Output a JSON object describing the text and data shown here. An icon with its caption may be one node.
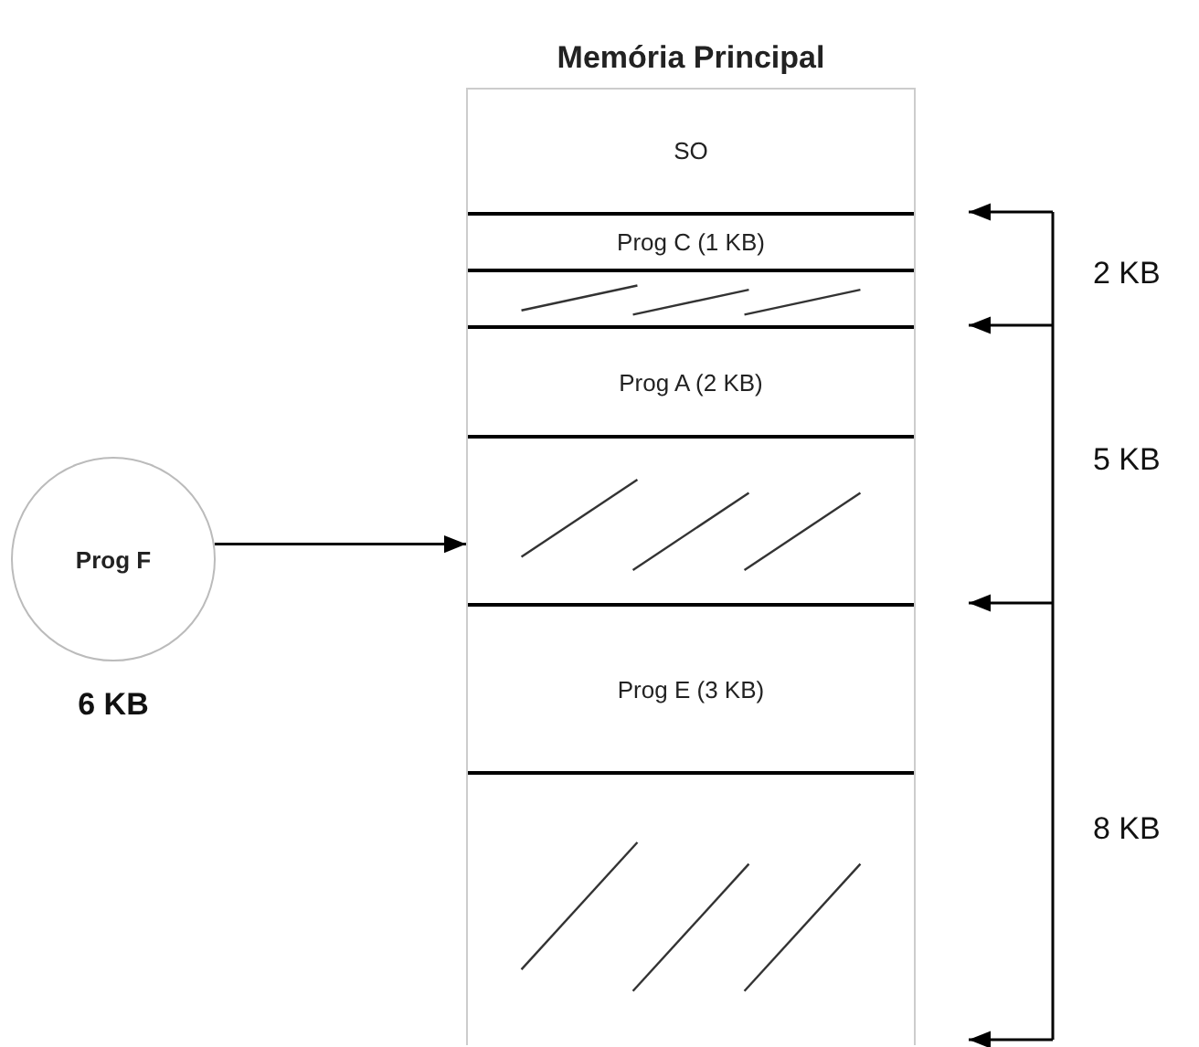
{
  "diagram": {
    "nodes": [
      {
        "text": [
          "Memória Principal"
        ]
      },
      {
        "text": [
          "SO"
        ],
        "in": 0
      },
      {
        "text": [
          "Prog C (1 KB)"
        ],
        "in": 0
      },
      {
        "text": [],
        "shape": "box",
        "in": 0
      },
      {
        "text": [
          "Prog A (2 KB)"
        ],
        "in": 0
      },
      {
        "text": [],
        "shape": "box",
        "in": 0
      },
      {
        "text": [
          "Prog E (3 KB)"
        ],
        "in": 0
      },
      {
        "text": [],
        "shape": "box",
        "in": 0
      },
      {
        "text": [
          "Prog F"
        ],
        "beside": [
          "6 KB"
        ]
      }
    ],
    "edges": [
      {
        "from": 8,
        "to": 5,
        "arrow": "to"
      }
    ],
    "labels": [
      "2 KB",
      "5 KB",
      "8 KB"
    ]
  }
}
